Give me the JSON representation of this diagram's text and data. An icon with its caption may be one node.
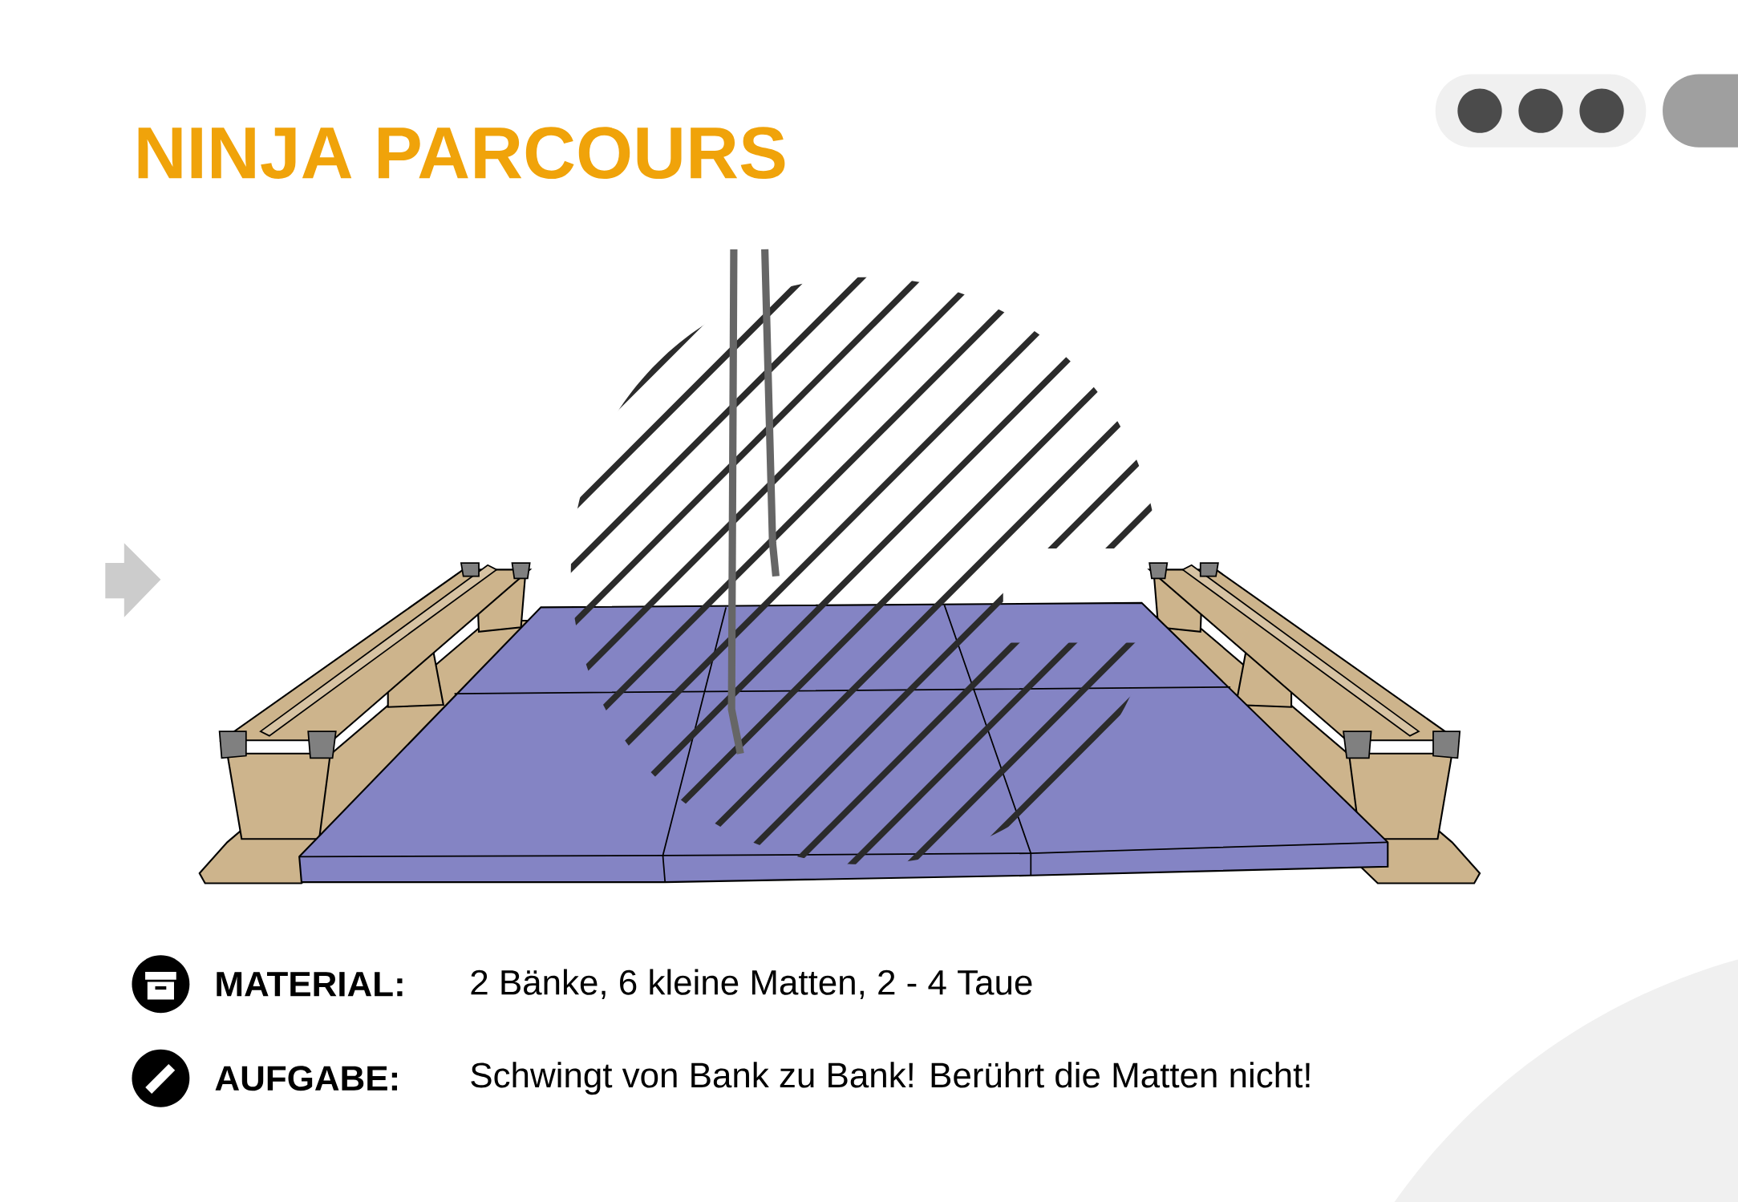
{
  "diagram": {
    "title": "NINJA PARCOURS",
    "labels": [
      "MATERIAL:",
      "2 Bänke, 6 kleine Matten, 2 - 4 Taue",
      "AUFGABE:",
      "Schwingt von Bank zu Bank! Berührt die Matten nicht!"
    ]
  }
}
